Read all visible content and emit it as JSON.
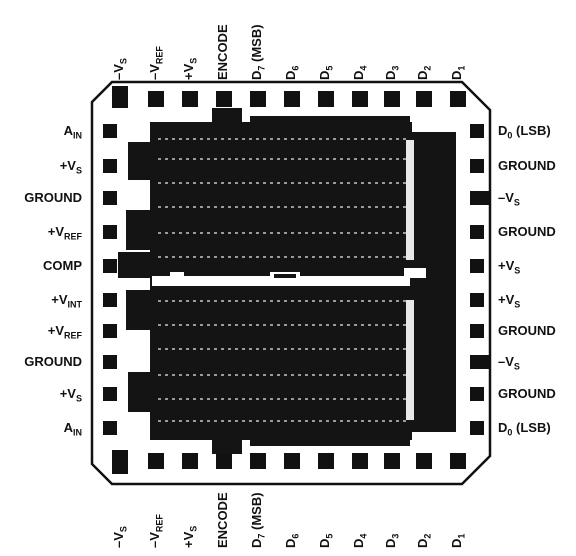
{
  "die": {
    "outline_color": "#111111",
    "fill_color": "#ffffff",
    "core_color": "#141414",
    "pad_color": "#111111"
  },
  "pins": {
    "top": [
      {
        "label": "–V",
        "sub": "S"
      },
      {
        "label": "–V",
        "sub": "REF"
      },
      {
        "label": "+V",
        "sub": "S"
      },
      {
        "label": "ENCODE",
        "sub": ""
      },
      {
        "label": "D",
        "sub": "7",
        "suffix": " (MSB)"
      },
      {
        "label": "D",
        "sub": "6"
      },
      {
        "label": "D",
        "sub": "5"
      },
      {
        "label": "D",
        "sub": "4"
      },
      {
        "label": "D",
        "sub": "3"
      },
      {
        "label": "D",
        "sub": "2"
      },
      {
        "label": "D",
        "sub": "1"
      }
    ],
    "bottom": [
      {
        "label": "–V",
        "sub": "S"
      },
      {
        "label": "–V",
        "sub": "REF"
      },
      {
        "label": "+V",
        "sub": "S"
      },
      {
        "label": "ENCODE",
        "sub": ""
      },
      {
        "label": "D",
        "sub": "7",
        "suffix": " (MSB)"
      },
      {
        "label": "D",
        "sub": "6"
      },
      {
        "label": "D",
        "sub": "5"
      },
      {
        "label": "D",
        "sub": "4"
      },
      {
        "label": "D",
        "sub": "3"
      },
      {
        "label": "D",
        "sub": "2"
      },
      {
        "label": "D",
        "sub": "1"
      }
    ],
    "left": [
      {
        "label": "A",
        "sub": "IN"
      },
      {
        "label": "+V",
        "sub": "S"
      },
      {
        "label": "GROUND",
        "sub": ""
      },
      {
        "label": "+V",
        "sub": "REF"
      },
      {
        "label": "COMP",
        "sub": ""
      },
      {
        "label": "+V",
        "sub": "INT"
      },
      {
        "label": "+V",
        "sub": "REF"
      },
      {
        "label": "GROUND",
        "sub": ""
      },
      {
        "label": "+V",
        "sub": "S"
      },
      {
        "label": "A",
        "sub": "IN"
      }
    ],
    "right": [
      {
        "label": "D",
        "sub": "0",
        "suffix": " (LSB)"
      },
      {
        "label": "GROUND",
        "sub": ""
      },
      {
        "label": "–V",
        "sub": "S"
      },
      {
        "label": "GROUND",
        "sub": ""
      },
      {
        "label": "+V",
        "sub": "S"
      },
      {
        "label": "+V",
        "sub": "S"
      },
      {
        "label": "GROUND",
        "sub": ""
      },
      {
        "label": "–V",
        "sub": "S"
      },
      {
        "label": "GROUND",
        "sub": ""
      },
      {
        "label": "D",
        "sub": "0",
        "suffix": " (LSB)"
      }
    ]
  }
}
